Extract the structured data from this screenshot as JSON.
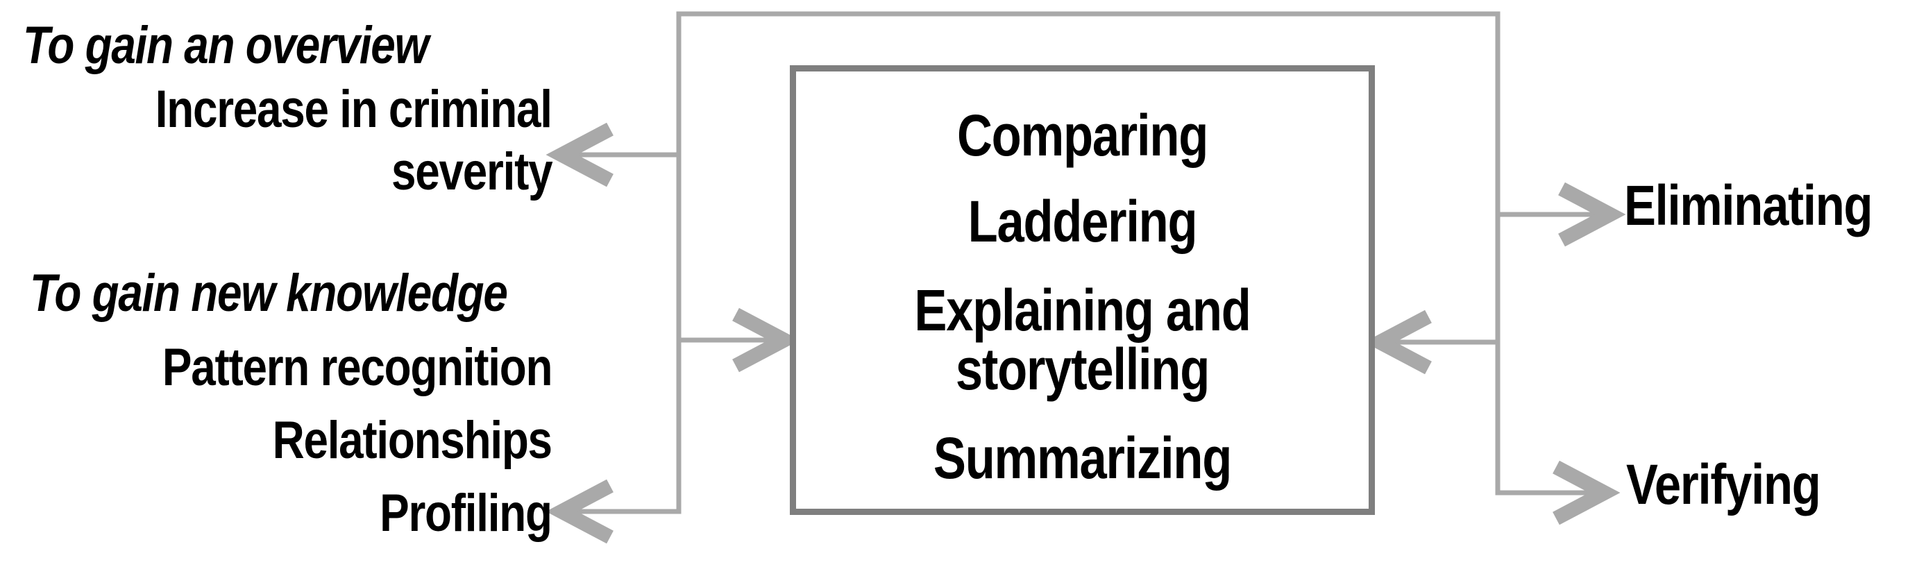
{
  "left": {
    "group_overview": {
      "header": "To gain an overview",
      "item_line1": "Increase in criminal",
      "item_line2": "severity"
    },
    "group_knowledge": {
      "header": "To gain new knowledge",
      "items": [
        "Pattern recognition",
        "Relationships",
        "Profiling"
      ]
    }
  },
  "box": {
    "items": [
      "Comparing",
      "Laddering",
      "Explaining and storytelling",
      "Summarizing"
    ]
  },
  "right": {
    "items": [
      "Eliminating",
      "Verifying"
    ]
  },
  "connections": [
    {
      "from": "loop",
      "to": "Increase in criminal severity",
      "arrow": "left"
    },
    {
      "from": "loop",
      "to": "center box (left side)",
      "arrow": "right"
    },
    {
      "from": "loop",
      "to": "Profiling",
      "arrow": "left"
    },
    {
      "from": "loop",
      "to": "Eliminating",
      "arrow": "right"
    },
    {
      "from": "loop",
      "to": "center box (right side)",
      "arrow": "left"
    },
    {
      "from": "loop",
      "to": "Verifying",
      "arrow": "right"
    }
  ],
  "colors": {
    "connector": "#a9a9a9",
    "box_border": "#7f7f7f",
    "text": "#000000",
    "background": "#ffffff"
  }
}
